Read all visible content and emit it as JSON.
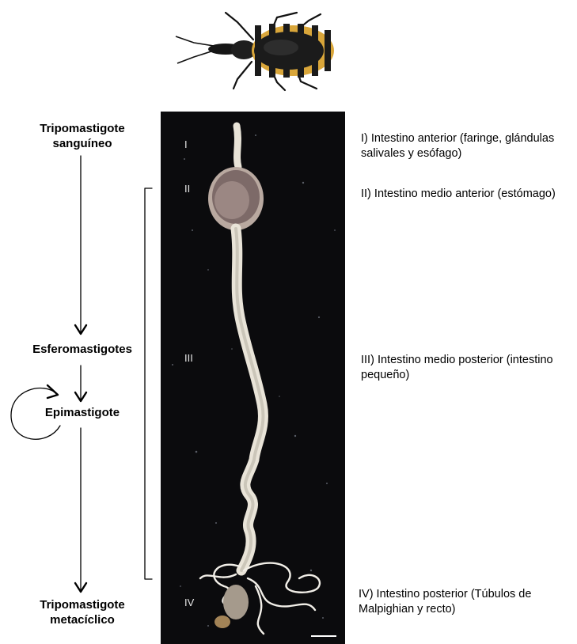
{
  "colors": {
    "photo_background": "#0b0b0d",
    "gut_tissue": "#e9e4d8",
    "arrow": "#000000",
    "insect_body": "#1b1b1b",
    "insect_band": "#d9a63a"
  },
  "stages": {
    "blood_trypomastigote_line1": "Tripomastigote",
    "blood_trypomastigote_line2": "sanguíneo",
    "spheromastigotes": "Esferomastigotes",
    "epimastigote": "Epimastigote",
    "metacyclic_line1": "Tripomastigote",
    "metacyclic_line2": "metacíclico"
  },
  "gut_markers": [
    "I",
    "II",
    "III",
    "IV"
  ],
  "regions": {
    "I_line1": "I) Intestino anterior (faringe, glándulas",
    "I_line2": "salivales y esófago)",
    "II_line1": "II) Intestino medio anterior (estómago)",
    "III_line1": "III) Intestino medio posterior (intestino",
    "III_line2": "pequeño)",
    "IV_line1": "IV) Intestino posterior (Túbulos de",
    "IV_line2": "Malpighian y recto)"
  },
  "icons": {
    "insect": "triatomine-bug-icon",
    "self_loop": "self-replication-loop-icon",
    "scale_bar": "scale-bar"
  }
}
